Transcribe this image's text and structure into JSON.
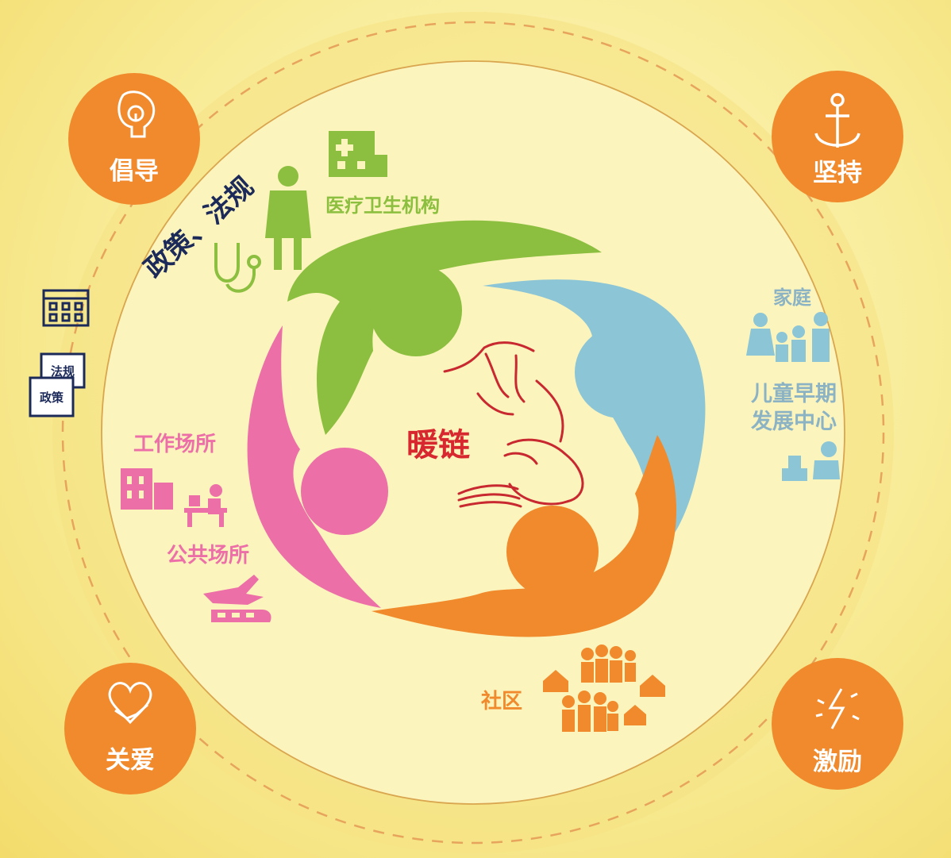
{
  "colors": {
    "orange": "#f08a2c",
    "green": "#8cbf3f",
    "blue": "#8cc5d6",
    "pink": "#ec6fa8",
    "red": "#d7282f",
    "navy": "#1c2a5a",
    "ring": "#f3d96a"
  },
  "corners": {
    "advocacy": {
      "label": "倡导",
      "icon": "lightbulb-head-icon"
    },
    "persistence": {
      "label": "坚持",
      "icon": "anchor-icon"
    },
    "care": {
      "label": "关爱",
      "icon": "heart-handshake-icon"
    },
    "incentive": {
      "label": "激励",
      "icon": "spark-icon"
    }
  },
  "ring_label": "政策、法规",
  "documents": {
    "law": "法规",
    "policy": "政策"
  },
  "center_label": "暖链",
  "sectors": {
    "medical": "医疗卫生机构",
    "family": "家庭",
    "ecd_line1": "儿童早期",
    "ecd_line2": "发展中心",
    "workplace": "工作场所",
    "public": "公共场所",
    "community": "社区"
  }
}
